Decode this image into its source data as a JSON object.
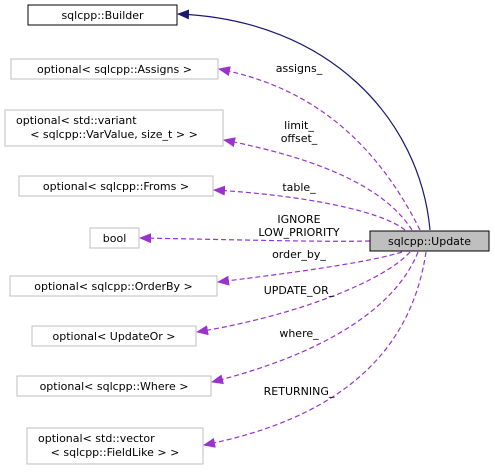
{
  "diagram": {
    "target": {
      "label": "sqlcpp::Update",
      "fill": "#bfbfbf",
      "border": "#000000"
    },
    "base": {
      "label": "sqlcpp::Builder",
      "border": "#000000"
    },
    "members": [
      {
        "id": "assigns",
        "lines": [
          "optional< sqlcpp::Assigns >"
        ],
        "edge_labels": [
          "assigns_"
        ]
      },
      {
        "id": "variant",
        "lines": [
          "optional< std::variant",
          "< sqlcpp::VarValue, size_t > >"
        ],
        "edge_labels": [
          "limit_",
          "offset_"
        ]
      },
      {
        "id": "froms",
        "lines": [
          "optional< sqlcpp::Froms >"
        ],
        "edge_labels": [
          "table_"
        ]
      },
      {
        "id": "bool",
        "lines": [
          "bool"
        ],
        "edge_labels": [
          "IGNORE",
          "LOW_PRIORITY"
        ]
      },
      {
        "id": "orderby",
        "lines": [
          "optional< sqlcpp::OrderBy >"
        ],
        "edge_labels": [
          "order_by_"
        ]
      },
      {
        "id": "updateor",
        "lines": [
          "optional< UpdateOr >"
        ],
        "edge_labels": [
          "UPDATE_OR_"
        ]
      },
      {
        "id": "where",
        "lines": [
          "optional< sqlcpp::Where >"
        ],
        "edge_labels": [
          "where_"
        ]
      },
      {
        "id": "fieldlike",
        "lines": [
          "optional< std::vector",
          "< sqlcpp::FieldLike > >"
        ],
        "edge_labels": [
          "RETURNING_"
        ]
      }
    ],
    "colors": {
      "inheritance_edge": "#191970",
      "usage_edge": "#9a32cd",
      "member_border": "#bfbfbf"
    }
  }
}
